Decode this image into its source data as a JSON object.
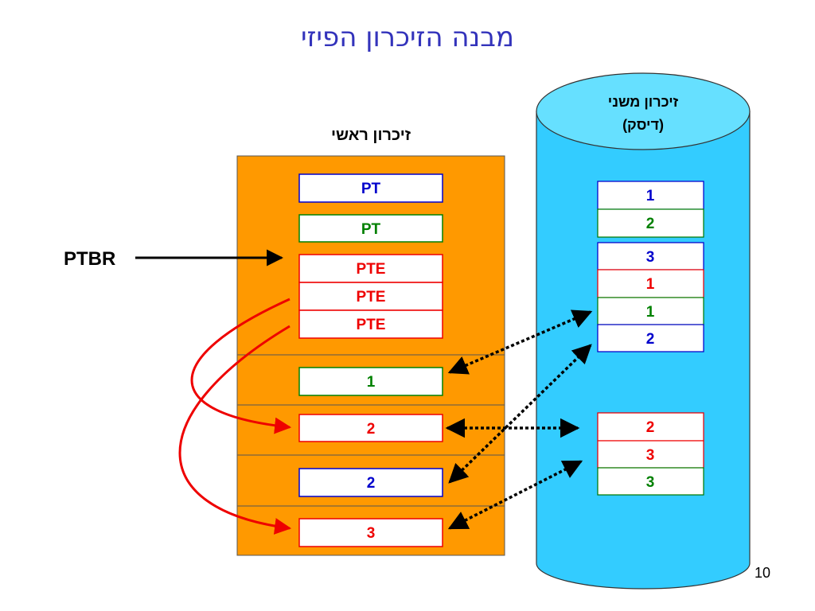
{
  "title": "מבנה הזיכרון הפיזי",
  "main_memory_label": "זיכרון ראשי",
  "disk_label_line1": "זיכרון משני",
  "disk_label_line2": "(דיסק)",
  "ptbr_label": "PTBR",
  "page_number": "10",
  "colors": {
    "blue": "#0000cc",
    "green": "#008000",
    "red": "#ee0000",
    "memory_fill": "#ff9900",
    "disk_fill": "#33ccff",
    "arrow_black": "#000000"
  },
  "memory_boxes": [
    {
      "text": "PT",
      "color": "blue"
    },
    {
      "text": "PT",
      "color": "green"
    },
    {
      "text": "PTE",
      "color": "red"
    },
    {
      "text": "PTE",
      "color": "red"
    },
    {
      "text": "PTE",
      "color": "red"
    },
    {
      "text": "1",
      "color": "green"
    },
    {
      "text": "2",
      "color": "red"
    },
    {
      "text": "2",
      "color": "blue"
    },
    {
      "text": "3",
      "color": "red"
    }
  ],
  "disk_boxes": [
    {
      "text": "1",
      "color": "blue"
    },
    {
      "text": "2",
      "color": "green"
    },
    {
      "text": "3",
      "color": "blue"
    },
    {
      "text": "1",
      "color": "red"
    },
    {
      "text": "1",
      "color": "green"
    },
    {
      "text": "2",
      "color": "blue"
    },
    {
      "text": "2",
      "color": "red"
    },
    {
      "text": "3",
      "color": "red"
    },
    {
      "text": "3",
      "color": "green"
    }
  ]
}
